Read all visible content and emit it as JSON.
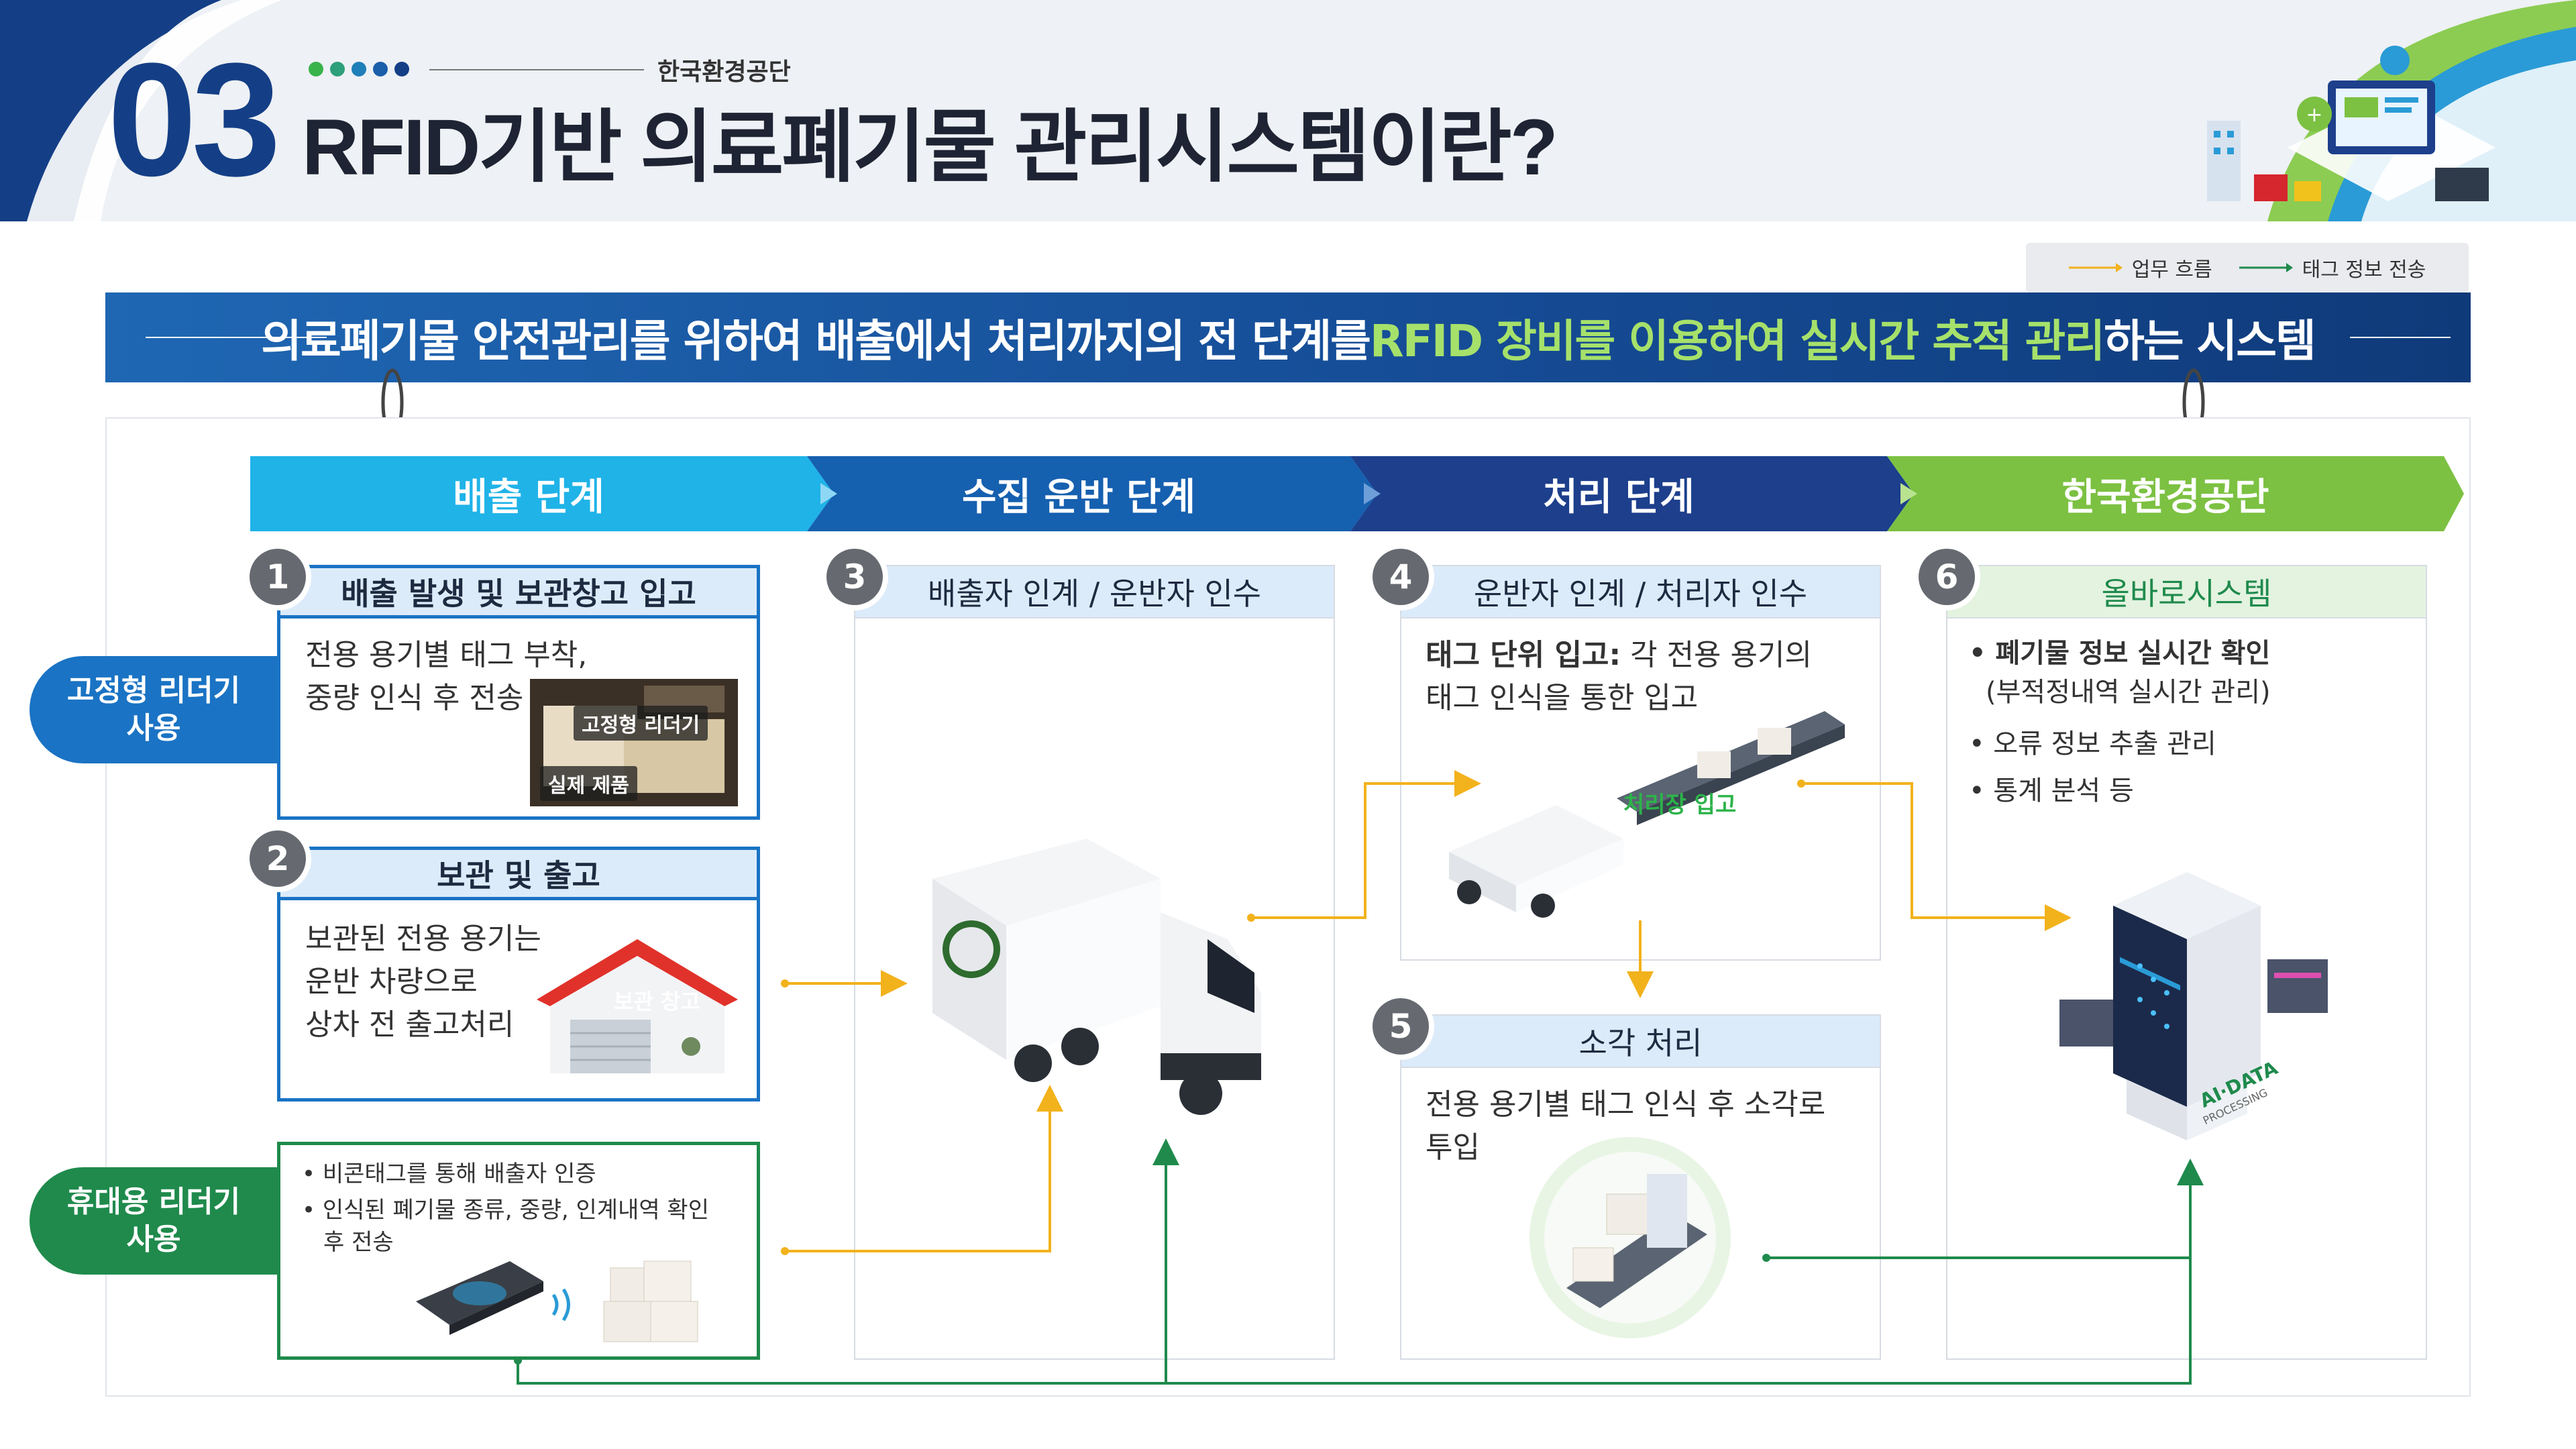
{
  "header": {
    "number": "03",
    "org": "한국환경공단",
    "title": "RFID기반 의료폐기물 관리시스템이란?",
    "dot_colors": [
      "#38b34a",
      "#2d9f7a",
      "#1f7fb8",
      "#1a5eaa",
      "#143f86"
    ]
  },
  "legend": {
    "work_flow": "업무 흐름",
    "tag_transfer": "태그 정보 전송",
    "work_flow_color": "#f2b21c",
    "tag_transfer_color": "#1f8a4c"
  },
  "banner": {
    "text_before": "의료폐기물 안전관리를 위하여 배출에서 처리까지의 전 단계를 ",
    "text_highlight": "RFID 장비를 이용하여 실시간 추적 관리",
    "text_after": "하는 시스템"
  },
  "stages": [
    {
      "label": "배출 단계",
      "color": "#1fb3e8"
    },
    {
      "label": "수집 운반 단계",
      "color": "#1660b0"
    },
    {
      "label": "처리 단계",
      "color": "#1d3f8c"
    },
    {
      "label": "한국환경공단",
      "color": "#7cc142"
    }
  ],
  "side_tabs": {
    "fixed": "고정형 리더기 사용",
    "fixed_line1": "고정형 리더기",
    "fixed_line2": "사용",
    "portable_line1": "휴대용 리더기",
    "portable_line2": "사용"
  },
  "step1": {
    "num": "1",
    "title": "배출 발생 및 보관창고 입고",
    "line1": "전용 용기별 태그 부착,",
    "line2": "중량 인식 후 전송",
    "img_label_top": "고정형 리더기",
    "img_label_bottom": "실제 제품"
  },
  "step2": {
    "num": "2",
    "title": "보관 및 출고",
    "line1": "보관된 전용 용기는",
    "line2": "운반 차량으로",
    "line3": "상차 전 출고처리",
    "img_label": "보관 창고"
  },
  "portable": {
    "bullet1": "• 비콘태그를 통해 배출자 인증",
    "bullet2": "• 인식된 폐기물 종류, 중량, 인계내역 확인",
    "bullet2b": "후 전송"
  },
  "step3": {
    "num": "3",
    "title": "배출자 인계 / 운반자 인수"
  },
  "step4": {
    "num": "4",
    "title": "운반자 인계 / 처리자 인수",
    "bold": "태그 단위 입고:",
    "line1": " 각 전용 용기의",
    "line2": "태그 인식을 통한 입고",
    "img_label": "처리장 입고"
  },
  "step5": {
    "num": "5",
    "title": "소각 처리",
    "line1": "전용 용기별 태그 인식 후 소각로",
    "line2": "투입"
  },
  "step6": {
    "num": "6",
    "title": "올바로시스템",
    "bullet1": "• 폐기물 정보 실시간 확인",
    "bullet1b": "(부적정내역 실시간 관리)",
    "bullet2": "• 오류 정보 추출 관리",
    "bullet3": "• 통계 분석 등",
    "server_label1": "AI·DATA",
    "server_label2": "PROCESSING"
  }
}
